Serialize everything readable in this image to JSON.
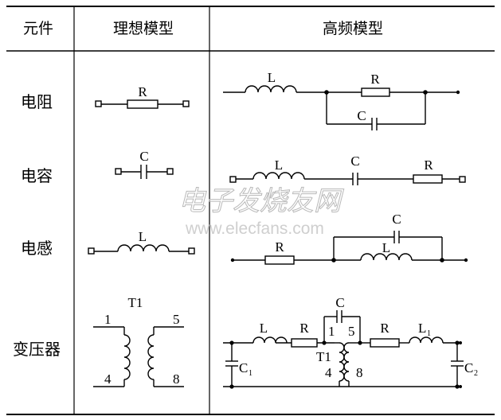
{
  "table": {
    "headers": [
      "元件",
      "理想模型",
      "高频模型"
    ],
    "rows": [
      "电阻",
      "电容",
      "电感",
      "变压器"
    ]
  },
  "labels": {
    "R": "R",
    "C": "C",
    "L": "L",
    "T1": "T1",
    "L1": "L",
    "L1_sub": "1",
    "C1": "C",
    "C1_sub": "1",
    "C2": "C",
    "C2_sub": "2",
    "pin1": "1",
    "pin4": "4",
    "pin5": "5",
    "pin8": "8"
  },
  "watermark": {
    "cn": "电子发烧友网",
    "url": "www.elecfans.com"
  }
}
